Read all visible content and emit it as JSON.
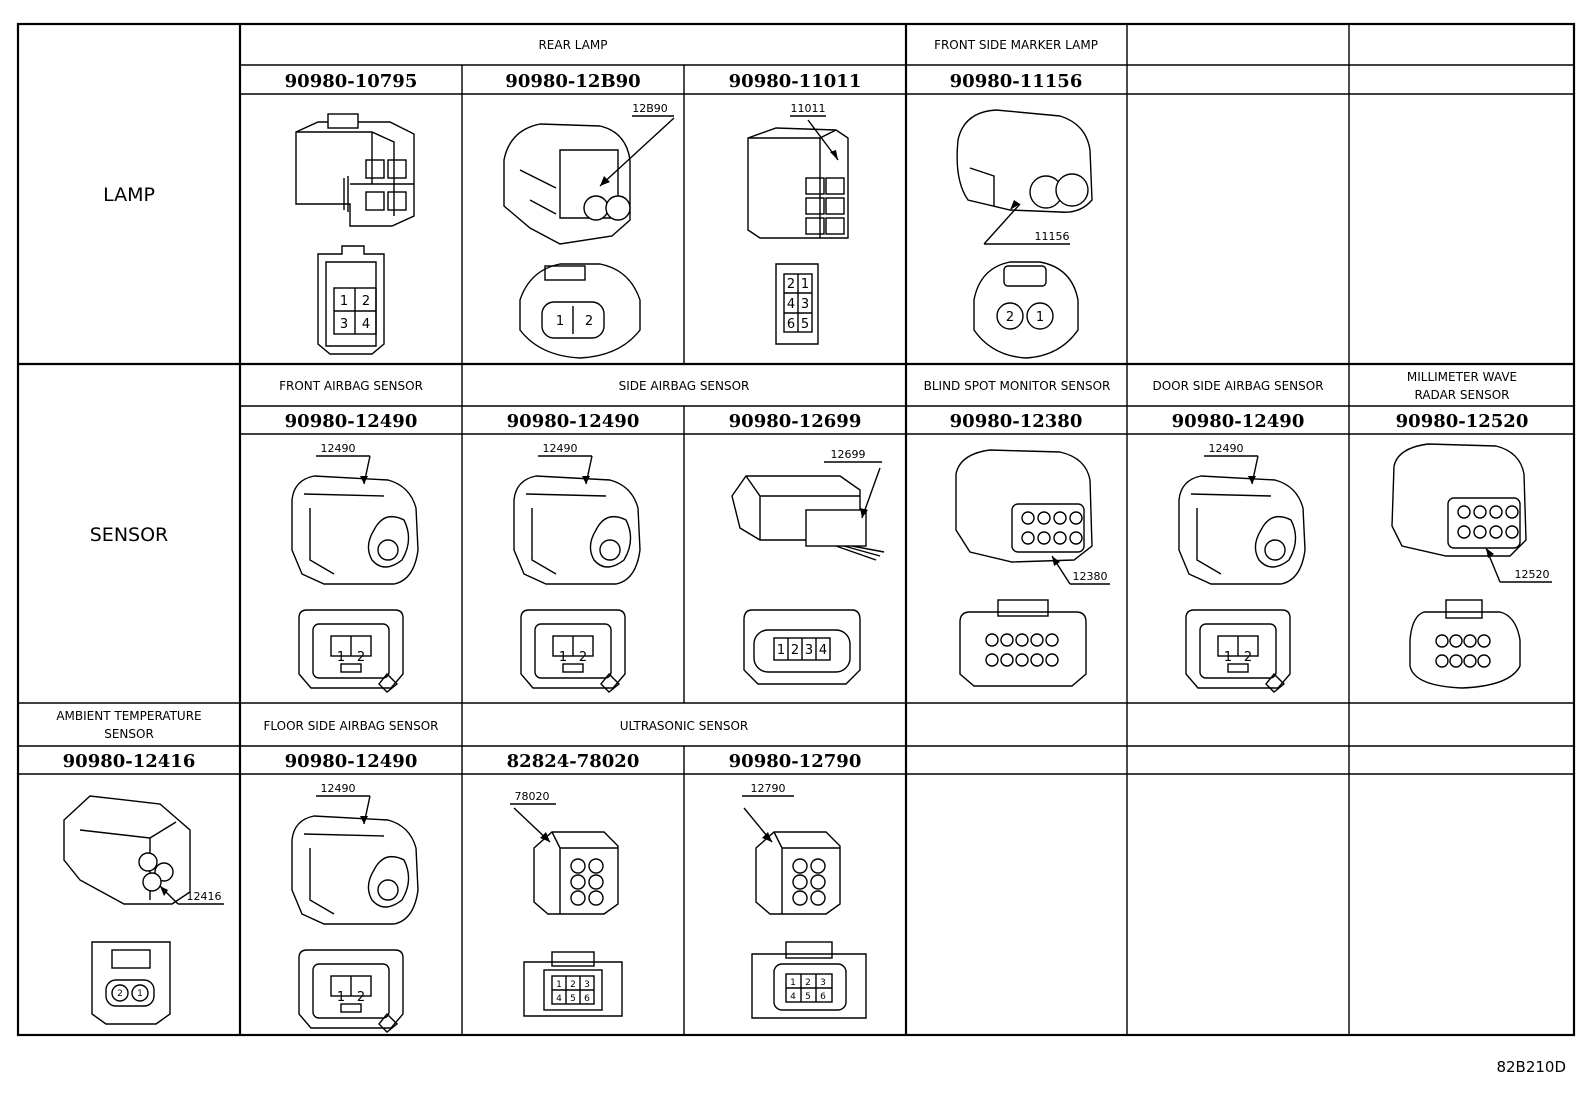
{
  "diagram_code": "82B210D",
  "rows": [
    {
      "category": "LAMP",
      "cells": [
        {
          "header": "REAR LAMP",
          "part_number": "90980-10795"
        },
        {
          "header": "",
          "part_number": "90980-12B90",
          "callout": "12B90",
          "pins": [
            "1",
            "2"
          ]
        },
        {
          "header": "",
          "part_number": "90980-11011",
          "callout": "11011",
          "pins": [
            "2",
            "1",
            "4",
            "3",
            "6",
            "5"
          ]
        },
        {
          "header": "FRONT SIDE MARKER LAMP",
          "part_number": "90980-11156",
          "callout": "11156",
          "pins": [
            "2",
            "1"
          ]
        },
        {
          "header": "",
          "part_number": ""
        },
        {
          "header": "",
          "part_number": ""
        }
      ],
      "pins_first": [
        "1",
        "2",
        "3",
        "4"
      ]
    },
    {
      "category": "SENSOR",
      "cells": [
        {
          "header": "FRONT AIRBAG SENSOR",
          "part_number": "90980-12490",
          "callout": "12490",
          "pins": [
            "1",
            "2"
          ]
        },
        {
          "header": "SIDE AIRBAG SENSOR",
          "part_number": "90980-12490",
          "callout": "12490",
          "pins": [
            "1",
            "2"
          ]
        },
        {
          "header": "",
          "part_number": "90980-12699",
          "callout": "12699",
          "pins": [
            "1",
            "2",
            "3",
            "4"
          ]
        },
        {
          "header": "BLIND SPOT MONITOR SENSOR",
          "part_number": "90980-12380",
          "callout": "12380"
        },
        {
          "header": "DOOR SIDE AIRBAG SENSOR",
          "part_number": "90980-12490",
          "callout": "12490",
          "pins": [
            "1",
            "2"
          ]
        },
        {
          "header": "MILLIMETER WAVE RADAR SENSOR",
          "header_lines": [
            "MILLIMETER WAVE",
            "RADAR SENSOR"
          ],
          "part_number": "90980-12520",
          "callout": "12520"
        }
      ]
    },
    {
      "category": "",
      "cells": [
        {
          "header": "AMBIENT TEMPERATURE SENSOR",
          "header_lines": [
            "AMBIENT TEMPERATURE",
            "SENSOR"
          ],
          "part_number": "90980-12416",
          "callout": "12416",
          "pins": [
            "2",
            "1"
          ]
        },
        {
          "header": "FLOOR SIDE AIRBAG SENSOR",
          "part_number": "90980-12490",
          "callout": "12490",
          "pins": [
            "1",
            "2"
          ]
        },
        {
          "header": "ULTRASONIC SENSOR",
          "part_number": "82824-78020",
          "callout": "78020",
          "pins": [
            "1",
            "2",
            "3",
            "4",
            "5",
            "6"
          ]
        },
        {
          "header": "",
          "part_number": "90980-12790",
          "callout": "12790",
          "pins": [
            "1",
            "2",
            "3",
            "4",
            "5",
            "6"
          ]
        },
        {
          "header": "",
          "part_number": ""
        },
        {
          "header": "",
          "part_number": ""
        }
      ]
    }
  ]
}
